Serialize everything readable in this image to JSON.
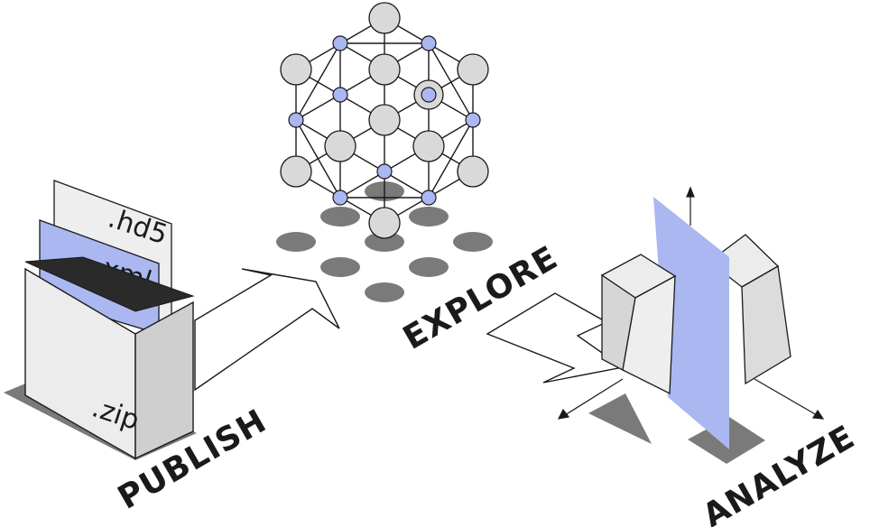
{
  "files": {
    "hd5": ".hd5",
    "xml": ".xml",
    "zip": ".zip"
  },
  "steps": {
    "publish": "PUBLISH",
    "explore": "EXPLORE",
    "analyze": "ANALYZE"
  },
  "colors": {
    "accent_blue": "#aab7f0",
    "node_gray": "#d9d9d9",
    "shadow_gray": "#7a7a7a",
    "box_face": "#e8e8e8",
    "box_side": "#d0d0d0",
    "outline": "#1a1a1a"
  }
}
